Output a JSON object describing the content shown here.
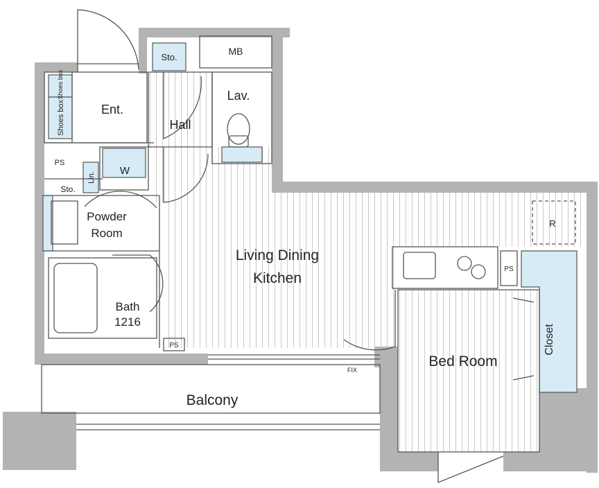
{
  "rooms": {
    "ent": "Ent.",
    "shoes_box_small": "Shoes box",
    "shoes_box_large": "Shoes box",
    "sto_top": "Sto.",
    "mb": "MB",
    "hall": "Hall",
    "lav": "Lav.",
    "ps_left": "PS",
    "w": "W",
    "lin": "Lin.",
    "sto_left": "Sto.",
    "powder_room_line1": "Powder",
    "powder_room_line2": "Room",
    "living_line1": "Living Dining",
    "living_line2": "Kitchen",
    "r": "R",
    "ps_kitchen": "PS",
    "closet": "Closet",
    "bath_line1": "Bath",
    "bath_line2": "1216",
    "ps_bottom": "PS",
    "fix": "FIX",
    "bed_room": "Bed Room",
    "balcony": "Balcony"
  },
  "colors": {
    "wall": "#b3b3b3",
    "storage": "#d6ebf5",
    "hatch": "#c8c8c8",
    "line": "#555555"
  }
}
